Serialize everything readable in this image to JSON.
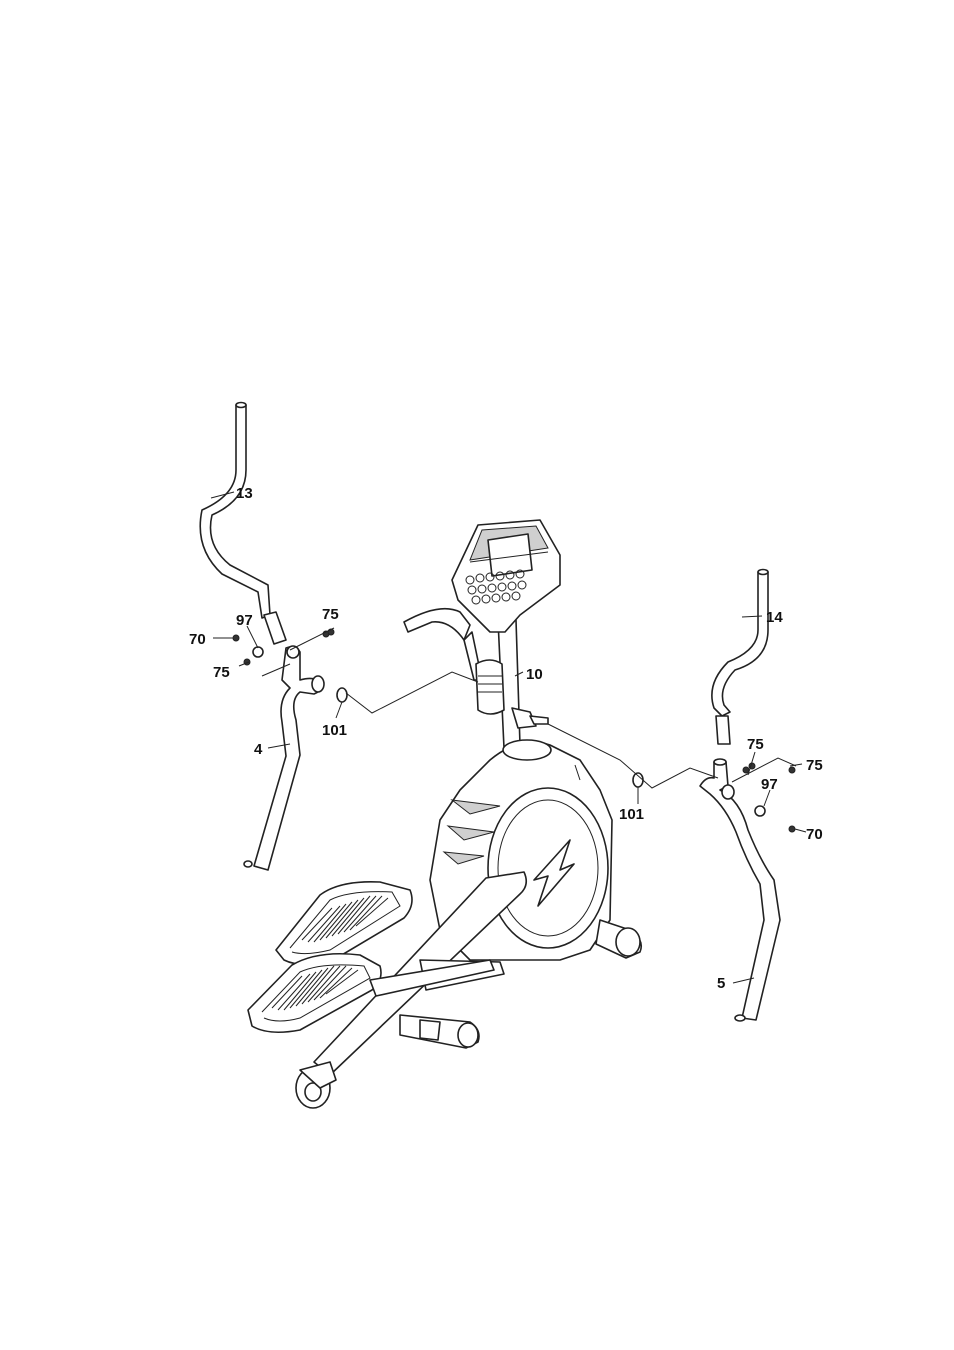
{
  "diagram": {
    "callouts": {
      "p13": "13",
      "p97_left": "97",
      "p75_left_top": "75",
      "p70_left": "70",
      "p75_left_bottom": "75",
      "p101_left": "101",
      "p4": "4",
      "p10": "10",
      "p14": "14",
      "p75_right_a": "75",
      "p75_right_b": "75",
      "p97_right": "97",
      "p101_right": "101",
      "p70_right": "70",
      "p5": "5"
    }
  }
}
